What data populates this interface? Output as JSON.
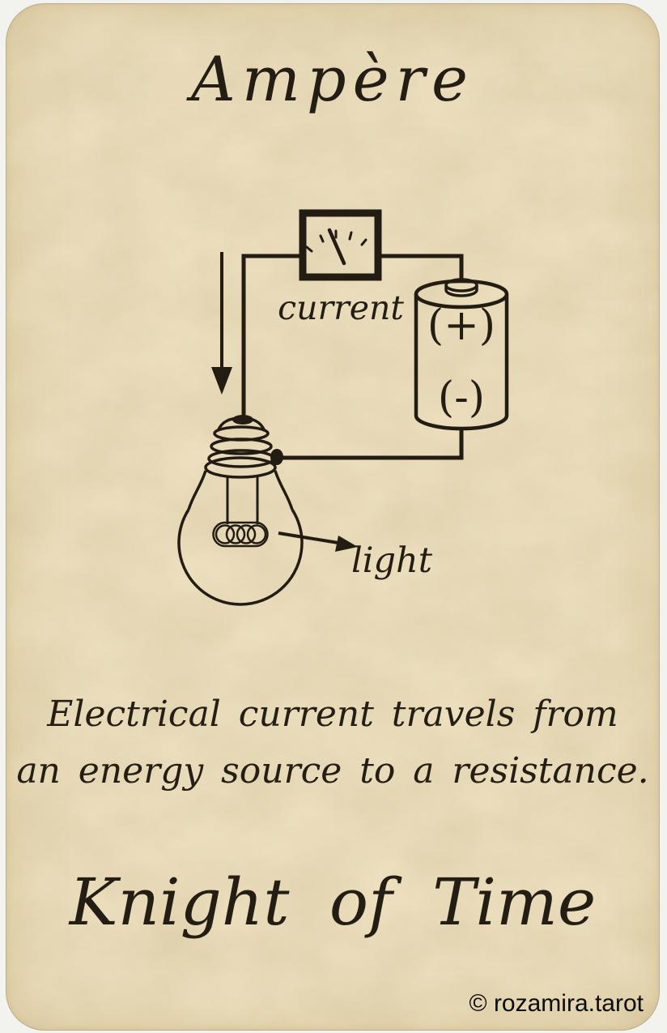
{
  "card": {
    "title": "Ampère",
    "rank": "Knight of Time",
    "description": {
      "line1": "Electrical current travels from",
      "line2": "an energy source to a resistance."
    },
    "watermark": "© rozamira.tarot"
  },
  "diagram": {
    "labels": {
      "meter": "current",
      "bulb": "light",
      "battery_positive": "(+)",
      "battery_negative": "(-)"
    },
    "colors": {
      "ink": "#221c13",
      "parchment": "#efe2c2",
      "page_background": "#f2f2ef"
    }
  }
}
